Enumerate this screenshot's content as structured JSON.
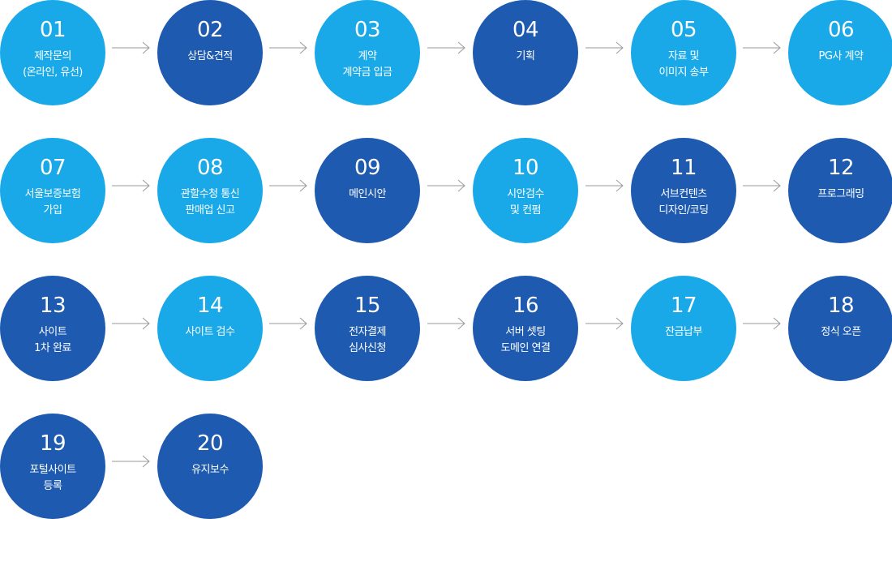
{
  "colors": {
    "light": "#1aa9e8",
    "dark": "#1e5bb0",
    "arrow": "#9a9a9a"
  },
  "steps": [
    {
      "num": "01",
      "lines": [
        "제작문의",
        "(온라인, 유선)"
      ],
      "tone": "light"
    },
    {
      "num": "02",
      "lines": [
        "상담&견적"
      ],
      "tone": "dark"
    },
    {
      "num": "03",
      "lines": [
        "계약",
        "계약금 입금"
      ],
      "tone": "light"
    },
    {
      "num": "04",
      "lines": [
        "기획"
      ],
      "tone": "dark"
    },
    {
      "num": "05",
      "lines": [
        "자료 및",
        "이미지 송부"
      ],
      "tone": "light"
    },
    {
      "num": "06",
      "lines": [
        "PG사 계약"
      ],
      "tone": "light"
    },
    {
      "num": "07",
      "lines": [
        "서울보증보험",
        "가입"
      ],
      "tone": "light"
    },
    {
      "num": "08",
      "lines": [
        "관할수청 통신",
        "판매업 신고"
      ],
      "tone": "light"
    },
    {
      "num": "09",
      "lines": [
        "메인시안"
      ],
      "tone": "dark"
    },
    {
      "num": "10",
      "lines": [
        "시안검수",
        "및 컨펌"
      ],
      "tone": "light"
    },
    {
      "num": "11",
      "lines": [
        "서브컨텐츠",
        "디자인/코딩"
      ],
      "tone": "dark"
    },
    {
      "num": "12",
      "lines": [
        "프로그래밍"
      ],
      "tone": "dark"
    },
    {
      "num": "13",
      "lines": [
        "사이트",
        "1차 완료"
      ],
      "tone": "dark"
    },
    {
      "num": "14",
      "lines": [
        "사이트 검수"
      ],
      "tone": "light"
    },
    {
      "num": "15",
      "lines": [
        "전자결제",
        "심사신청"
      ],
      "tone": "dark"
    },
    {
      "num": "16",
      "lines": [
        "서버 셋팅",
        "도메인 연결"
      ],
      "tone": "dark"
    },
    {
      "num": "17",
      "lines": [
        "잔금납부"
      ],
      "tone": "light"
    },
    {
      "num": "18",
      "lines": [
        "정식 오픈"
      ],
      "tone": "dark"
    },
    {
      "num": "19",
      "lines": [
        "포털사이트",
        "등록"
      ],
      "tone": "dark"
    },
    {
      "num": "20",
      "lines": [
        "유지보수"
      ],
      "tone": "dark"
    }
  ]
}
